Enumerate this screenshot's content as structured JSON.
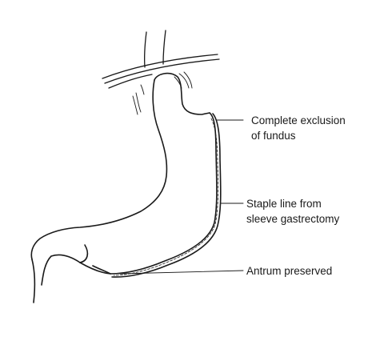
{
  "labels": {
    "fundus": {
      "line1": "Complete exclusion",
      "line2": "of fundus"
    },
    "staple_line": {
      "line1": "Staple line from",
      "line2": "sleeve gastrectomy"
    },
    "antrum": {
      "line1": "Antrum preserved"
    }
  },
  "colors": {
    "ink": "#1a1a1a",
    "background": "#ffffff"
  }
}
